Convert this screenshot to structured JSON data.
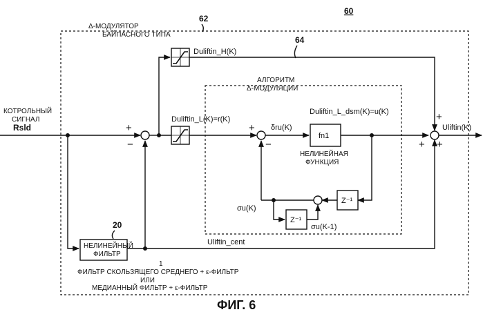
{
  "figure_number": "60",
  "modulator_number": "62",
  "modulator_title_line1": "Δ-МОДУЛЯТОР",
  "modulator_title_line2": "БАЙПАСНОГО ТИПА",
  "bypass_number": "64",
  "algorithm_title_line1": "АЛГОРИТМ",
  "algorithm_title_line2": "Δ-МОДУЛЯЦИИ",
  "input_label_line1": "КОТРОЛЬНЫЙ",
  "input_label_line2": "СИГНАЛ",
  "input_label_line3": "Rsld",
  "signal_h": "Duliftin_H(K)",
  "signal_l": "Duliftin_L(K)=r(K)",
  "signal_dsm": "Duliftin_L_dsm(K)=u(K)",
  "signal_delta_ru": "δru(K)",
  "signal_sigma_u": "σu(K)",
  "signal_sigma_u_prev": "σu(K-1)",
  "signal_cent": "Uliftin_cent",
  "output_label": "Uliftin(K)",
  "fn_block_label": "fn1",
  "fn_caption_line1": "НЕЛИНЕЙНАЯ",
  "fn_caption_line2": "ФУНКЦИЯ",
  "delay_label": "Z⁻¹",
  "filter_number": "20",
  "filter_label_line1": "НЕЛИНЕЙНЫЙ",
  "filter_label_line2": "ФИЛЬТР",
  "filter_note_line1": "ФИЛЬТР СКОЛЬЗЯЩЕГО СРЕДНЕГО + ε-ФИЛЬТР",
  "filter_note_line2": "ИЛИ",
  "filter_note_line3": "МЕДИАННЫЙ ФИЛЬТР + ε-ФИЛЬТР",
  "stray_mark": "1",
  "caption": "ФИГ. 6",
  "plus": "+",
  "minus": "−"
}
